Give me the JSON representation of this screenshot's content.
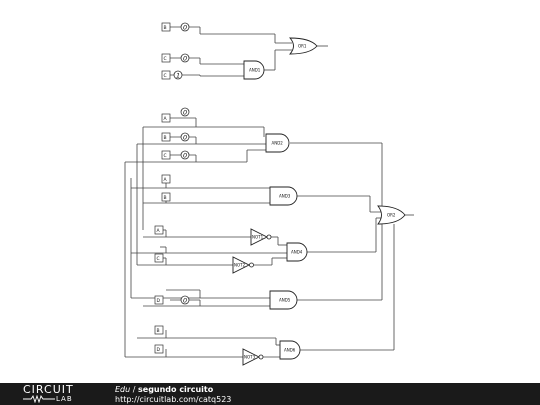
{
  "circuit": {
    "inputs": [
      "B",
      "C",
      "C",
      "A",
      "B",
      "C",
      "A",
      "B",
      "A",
      "C",
      "D",
      "B",
      "D"
    ],
    "probes": [
      "0",
      "0",
      "1",
      "0",
      "0",
      "0",
      "0"
    ],
    "gates": {
      "or1": "OR1",
      "and1": "AND1",
      "and2": "AND2",
      "and3": "AND3",
      "not1": "NOT1",
      "not2": "NOT2",
      "and4": "AND4",
      "or2": "OR2",
      "and5": "AND5",
      "not3": "NOT3",
      "and6": "AND6"
    }
  },
  "footer": {
    "logo_main": "CIRCUIT",
    "logo_sub": "LAB",
    "author": "Edu",
    "separator": "/",
    "title": "segundo circuito",
    "url": "http://circuitlab.com/catq523"
  }
}
